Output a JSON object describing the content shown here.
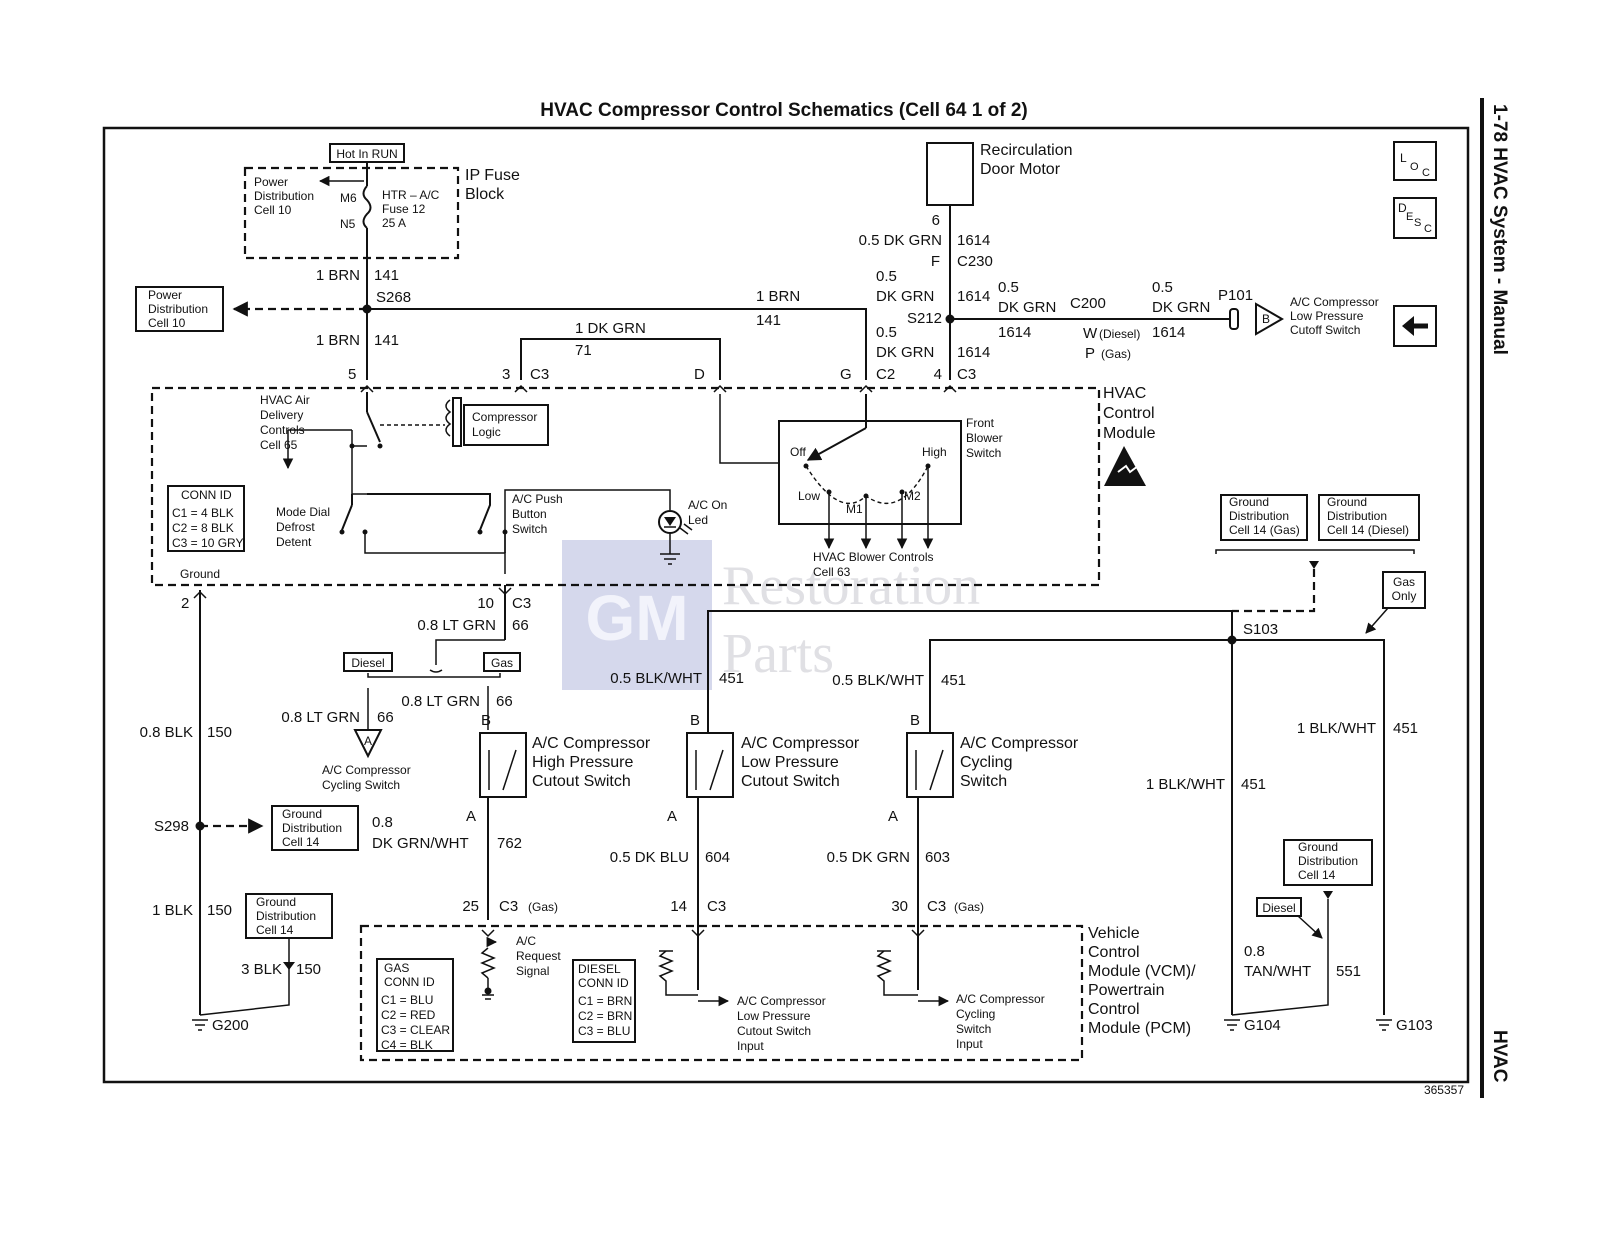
{
  "header": {
    "title": "HVAC Compressor Control Schematics (Cell 64 1 of 2)"
  },
  "side": {
    "section": "1-78  HVAC System - Manual",
    "tab": "HVAC"
  },
  "icons": {
    "loc": "loc-icon",
    "desc": "desc-icon",
    "back": "back-arrow-icon",
    "esd": "esd-warning-icon"
  },
  "watermark": {
    "logo": "GM",
    "line1": "Restoration",
    "line2": "Parts"
  },
  "figure_number": "365357",
  "fuse_block": {
    "hot": "Hot In RUN",
    "name1": "IP Fuse",
    "name2": "Block",
    "pd1": "Power",
    "pd2": "Distribution",
    "pd3": "Cell 10",
    "m6": "M6",
    "n5": "N5",
    "fuse1": "HTR – A/C",
    "fuse2": "Fuse 12",
    "fuse3": "25 A"
  },
  "power_dist": {
    "l1": "Power",
    "l2": "Distribution",
    "l3": "Cell 10"
  },
  "wire_top": {
    "a_gauge": "1 BRN",
    "a_num": "141",
    "splice": "S268",
    "b_gauge": "1 BRN",
    "b_num": "141",
    "c_gauge": "1 BRN",
    "c_num": "141",
    "d_gauge": "1 DK GRN",
    "d_num": "71"
  },
  "recirc": {
    "l1": "Recirculation",
    "l2": "Door Motor",
    "pin": "6",
    "gauge": "0.5 DK GRN",
    "num": "1614",
    "pinF": "F",
    "conn": "C230",
    "g2a": "0.5",
    "g2b": "DK GRN",
    "num2": "1614",
    "splice": "S212",
    "g3a": "0.5",
    "g3b": "DK GRN",
    "num3": "1614",
    "conn_c2": "C2",
    "pin4": "4",
    "conn_c3": "C3"
  },
  "right_top": {
    "g1a": "0.5",
    "g1b": "DK GRN",
    "c200": "C200",
    "num1": "1614",
    "w": "W",
    "w_note": "(Diesel)",
    "p": "P",
    "p_note": "(Gas)",
    "g2a": "0.5",
    "g2b": "DK GRN",
    "num2": "1614",
    "p101": "P101",
    "b": "B",
    "sw1": "A/C Compressor",
    "sw2": "Low Pressure",
    "sw3": "Cutoff Switch"
  },
  "hvac_module": {
    "name1": "HVAC",
    "name2": "Control",
    "name3": "Module",
    "pin5": "5",
    "pin3": "3",
    "c3": "C3",
    "pinD": "D",
    "pinG": "G",
    "air1": "HVAC Air",
    "air2": "Delivery",
    "air3": "Controls",
    "air4": "Cell 65",
    "logic1": "Compressor",
    "logic2": "Logic",
    "connid": "CONN ID",
    "c1": "C1 = 4 BLK",
    "c2": "C2 = 8 BLK",
    "c3v": "C3 = 10 GRY",
    "mode1": "Mode Dial",
    "mode2": "Defrost",
    "mode3": "Detent",
    "push1": "A/C Push",
    "push2": "Button",
    "push3": "Switch",
    "led1": "A/C On",
    "led2": "Led",
    "blower1": "Front",
    "blower2": "Blower",
    "blower3": "Switch",
    "off": "Off",
    "high": "High",
    "low": "Low",
    "m1": "M1",
    "m2": "M2",
    "bc1": "HVAC Blower Controls",
    "bc2": "Cell 63",
    "ground": "Ground"
  },
  "left_branch": {
    "pin2": "2",
    "gauge": "0.8 BLK",
    "num": "150",
    "splice": "S298",
    "gd1": "Ground",
    "gd2": "Distribution",
    "gd3": "Cell 14",
    "gauge2": "1 BLK",
    "num2": "150",
    "gd4": "Ground",
    "gd5": "Distribution",
    "gd6": "Cell 14",
    "gauge3": "3 BLK",
    "num3": "150",
    "gnd": "G200"
  },
  "cycling_left": {
    "pin10": "10",
    "conn": "C3",
    "gauge1": "0.8 LT GRN",
    "num1": "66",
    "diesel": "Diesel",
    "gas": "Gas",
    "gauge2": "0.8 LT GRN",
    "num2": "66",
    "gauge3": "0.8 LT GRN",
    "num3": "66",
    "a": "A",
    "l1": "A/C Compressor",
    "l2": "Cycling Switch"
  },
  "hp_switch": {
    "b": "B",
    "l1": "A/C Compressor",
    "l2": "High Pressure",
    "l3": "Cutout Switch",
    "a": "A",
    "ga": "0.8",
    "gb": "DK GRN/WHT",
    "num": "762",
    "pin": "25",
    "conn": "C3",
    "note": "(Gas)"
  },
  "lp_switch": {
    "wire_g": "0.5 BLK/WHT",
    "wire_n": "451",
    "b": "B",
    "l1": "A/C Compressor",
    "l2": "Low Pressure",
    "l3": "Cutout Switch",
    "a": "A",
    "gauge": "0.5 DK BLU",
    "num": "604",
    "pin": "14",
    "conn": "C3"
  },
  "cyc_switch": {
    "wire_g": "0.5 BLK/WHT",
    "wire_n": "451",
    "b": "B",
    "l1": "A/C Compressor",
    "l2": "Cycling",
    "l3": "Switch",
    "a": "A",
    "gauge": "0.5 DK GRN",
    "num": "603",
    "pin": "30",
    "conn": "C3",
    "note": "(Gas)"
  },
  "right_ground": {
    "gd_gas1": "Ground",
    "gd_gas2": "Distribution",
    "gd_gas3": "Cell 14 (Gas)",
    "gd_ds1": "Ground",
    "gd_ds2": "Distribution",
    "gd_ds3": "Cell 14 (Diesel)",
    "gas_only1": "Gas",
    "gas_only2": "Only",
    "splice": "S103",
    "w1g": "1 BLK/WHT",
    "w1n": "451",
    "w2g": "1 BLK/WHT",
    "w2n": "451",
    "gd1": "Ground",
    "gd2": "Distribution",
    "gd3": "Cell 14",
    "diesel": "Diesel",
    "tan_a": "0.8",
    "tan_b": "TAN/WHT",
    "tan_n": "551",
    "g104": "G104",
    "g103": "G103"
  },
  "vcm": {
    "l1": "Vehicle",
    "l2": "Control",
    "l3": "Module (VCM)/",
    "l4": "Powertrain",
    "l5": "Control",
    "l6": "Module (PCM)",
    "gas1": "GAS",
    "gas2": "CONN ID",
    "gc1": "C1 = BLU",
    "gc2": "C2 = RED",
    "gc3": "C3 = CLEAR",
    "gc4": "C4 = BLK",
    "ds1": "DIESEL",
    "ds2": "CONN ID",
    "dc1": "C1 = BRN",
    "dc2": "C2 = BRN",
    "dc3": "C3 = BLU",
    "req1": "A/C",
    "req2": "Request",
    "req3": "Signal",
    "lp1": "A/C Compressor",
    "lp2": "Low Pressure",
    "lp3": "Cutout Switch",
    "lp4": "Input",
    "cy1": "A/C Compressor",
    "cy2": "Cycling",
    "cy3": "Switch",
    "cy4": "Input"
  }
}
